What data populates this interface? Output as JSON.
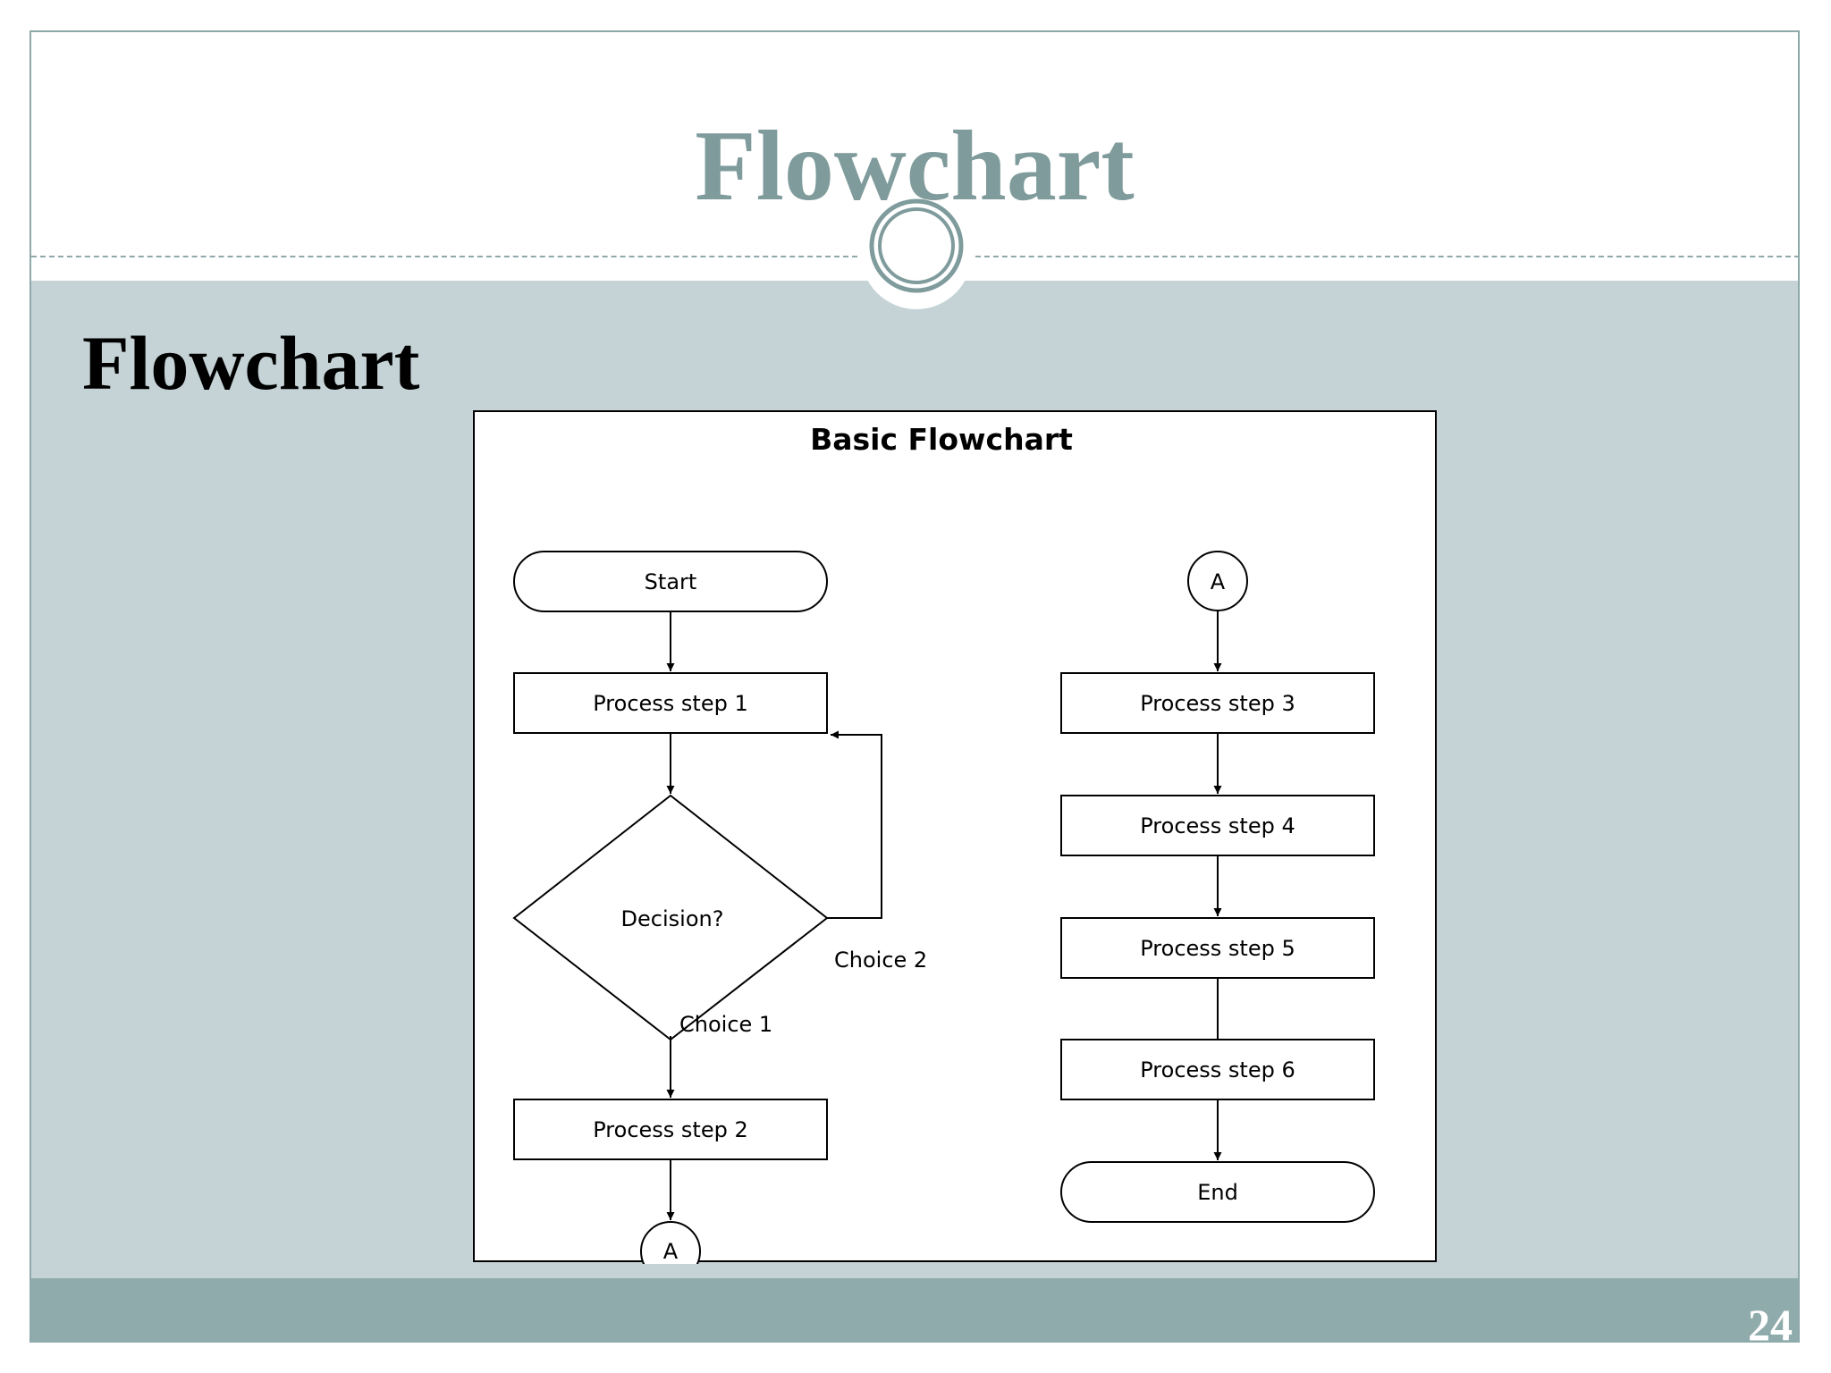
{
  "slide": {
    "title": "Flowchart",
    "subtitle": "Flowchart",
    "page_number": "24"
  },
  "diagram": {
    "title": "Basic Flowchart",
    "nodes": {
      "start": "Start",
      "process1": "Process step 1",
      "decision": "Decision?",
      "process2": "Process step 2",
      "connector_out": "A",
      "connector_in": "A",
      "process3": "Process step 3",
      "process4": "Process step 4",
      "process5": "Process step 5",
      "process6": "Process step 6",
      "end": "End"
    },
    "edge_labels": {
      "choice1": "Choice 1",
      "choice2": "Choice 2"
    }
  }
}
